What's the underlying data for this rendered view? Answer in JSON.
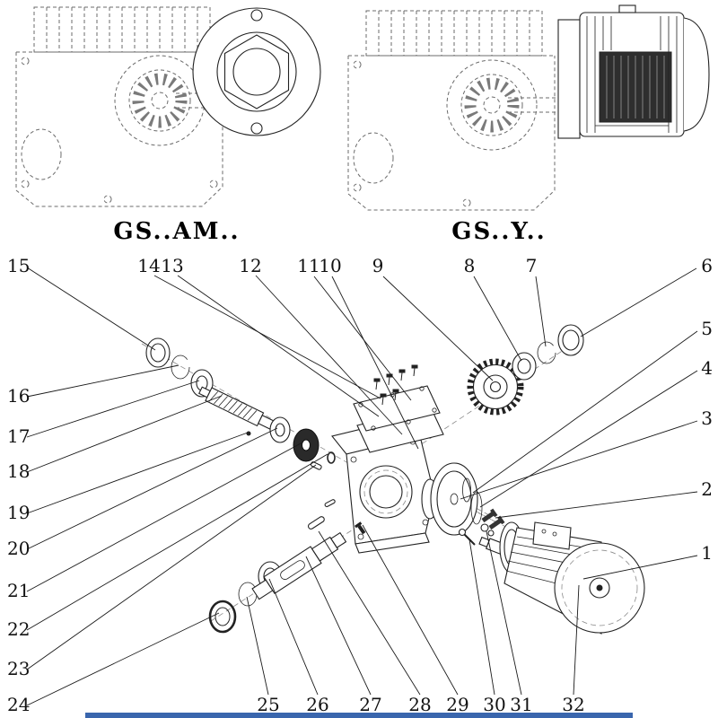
{
  "page": {
    "background": "#ffffff",
    "footer_strip_color": "#3a66ad"
  },
  "variants": [
    {
      "label": "GS..AM.."
    },
    {
      "label": "GS..Y.."
    }
  ],
  "callouts": {
    "1": "1",
    "2": "2",
    "3": "3",
    "4": "4",
    "5": "5",
    "6": "6",
    "7": "7",
    "8": "8",
    "9": "9",
    "10": "10",
    "11": "11",
    "12": "12",
    "13": "13",
    "14": "14",
    "15": "15",
    "16": "16",
    "17": "17",
    "18": "18",
    "19": "19",
    "20": "20",
    "21": "21",
    "22": "22",
    "23": "23",
    "24": "24",
    "25": "25",
    "26": "26",
    "27": "27",
    "28": "28",
    "29": "29",
    "30": "30",
    "31": "31",
    "32": "32"
  }
}
